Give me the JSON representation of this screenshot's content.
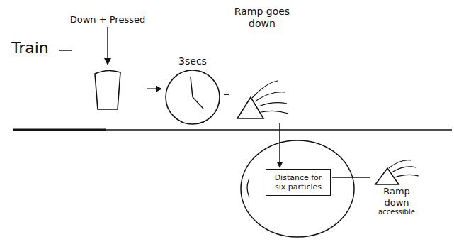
{
  "diagram": {
    "nodes": [
      {
        "text": [
          "Down + Pressed"
        ]
      },
      {
        "text": [
          "3secs"
        ]
      },
      {
        "text": [
          "Ramp goes down"
        ]
      },
      {
        "text": [
          "Distance for six particles"
        ]
      },
      {
        "text": [
          "Ramp down",
          "accessible"
        ]
      }
    ],
    "edges": [
      {
        "from": 0,
        "to": 1,
        "arrow": "to"
      },
      {
        "from": 1,
        "to": 2,
        "arrow": "none"
      },
      {
        "from": 2,
        "to": 3,
        "arrow": "to"
      },
      {
        "from": 3,
        "to": 4,
        "arrow": "none"
      }
    ],
    "labels": [
      "Train"
    ]
  }
}
